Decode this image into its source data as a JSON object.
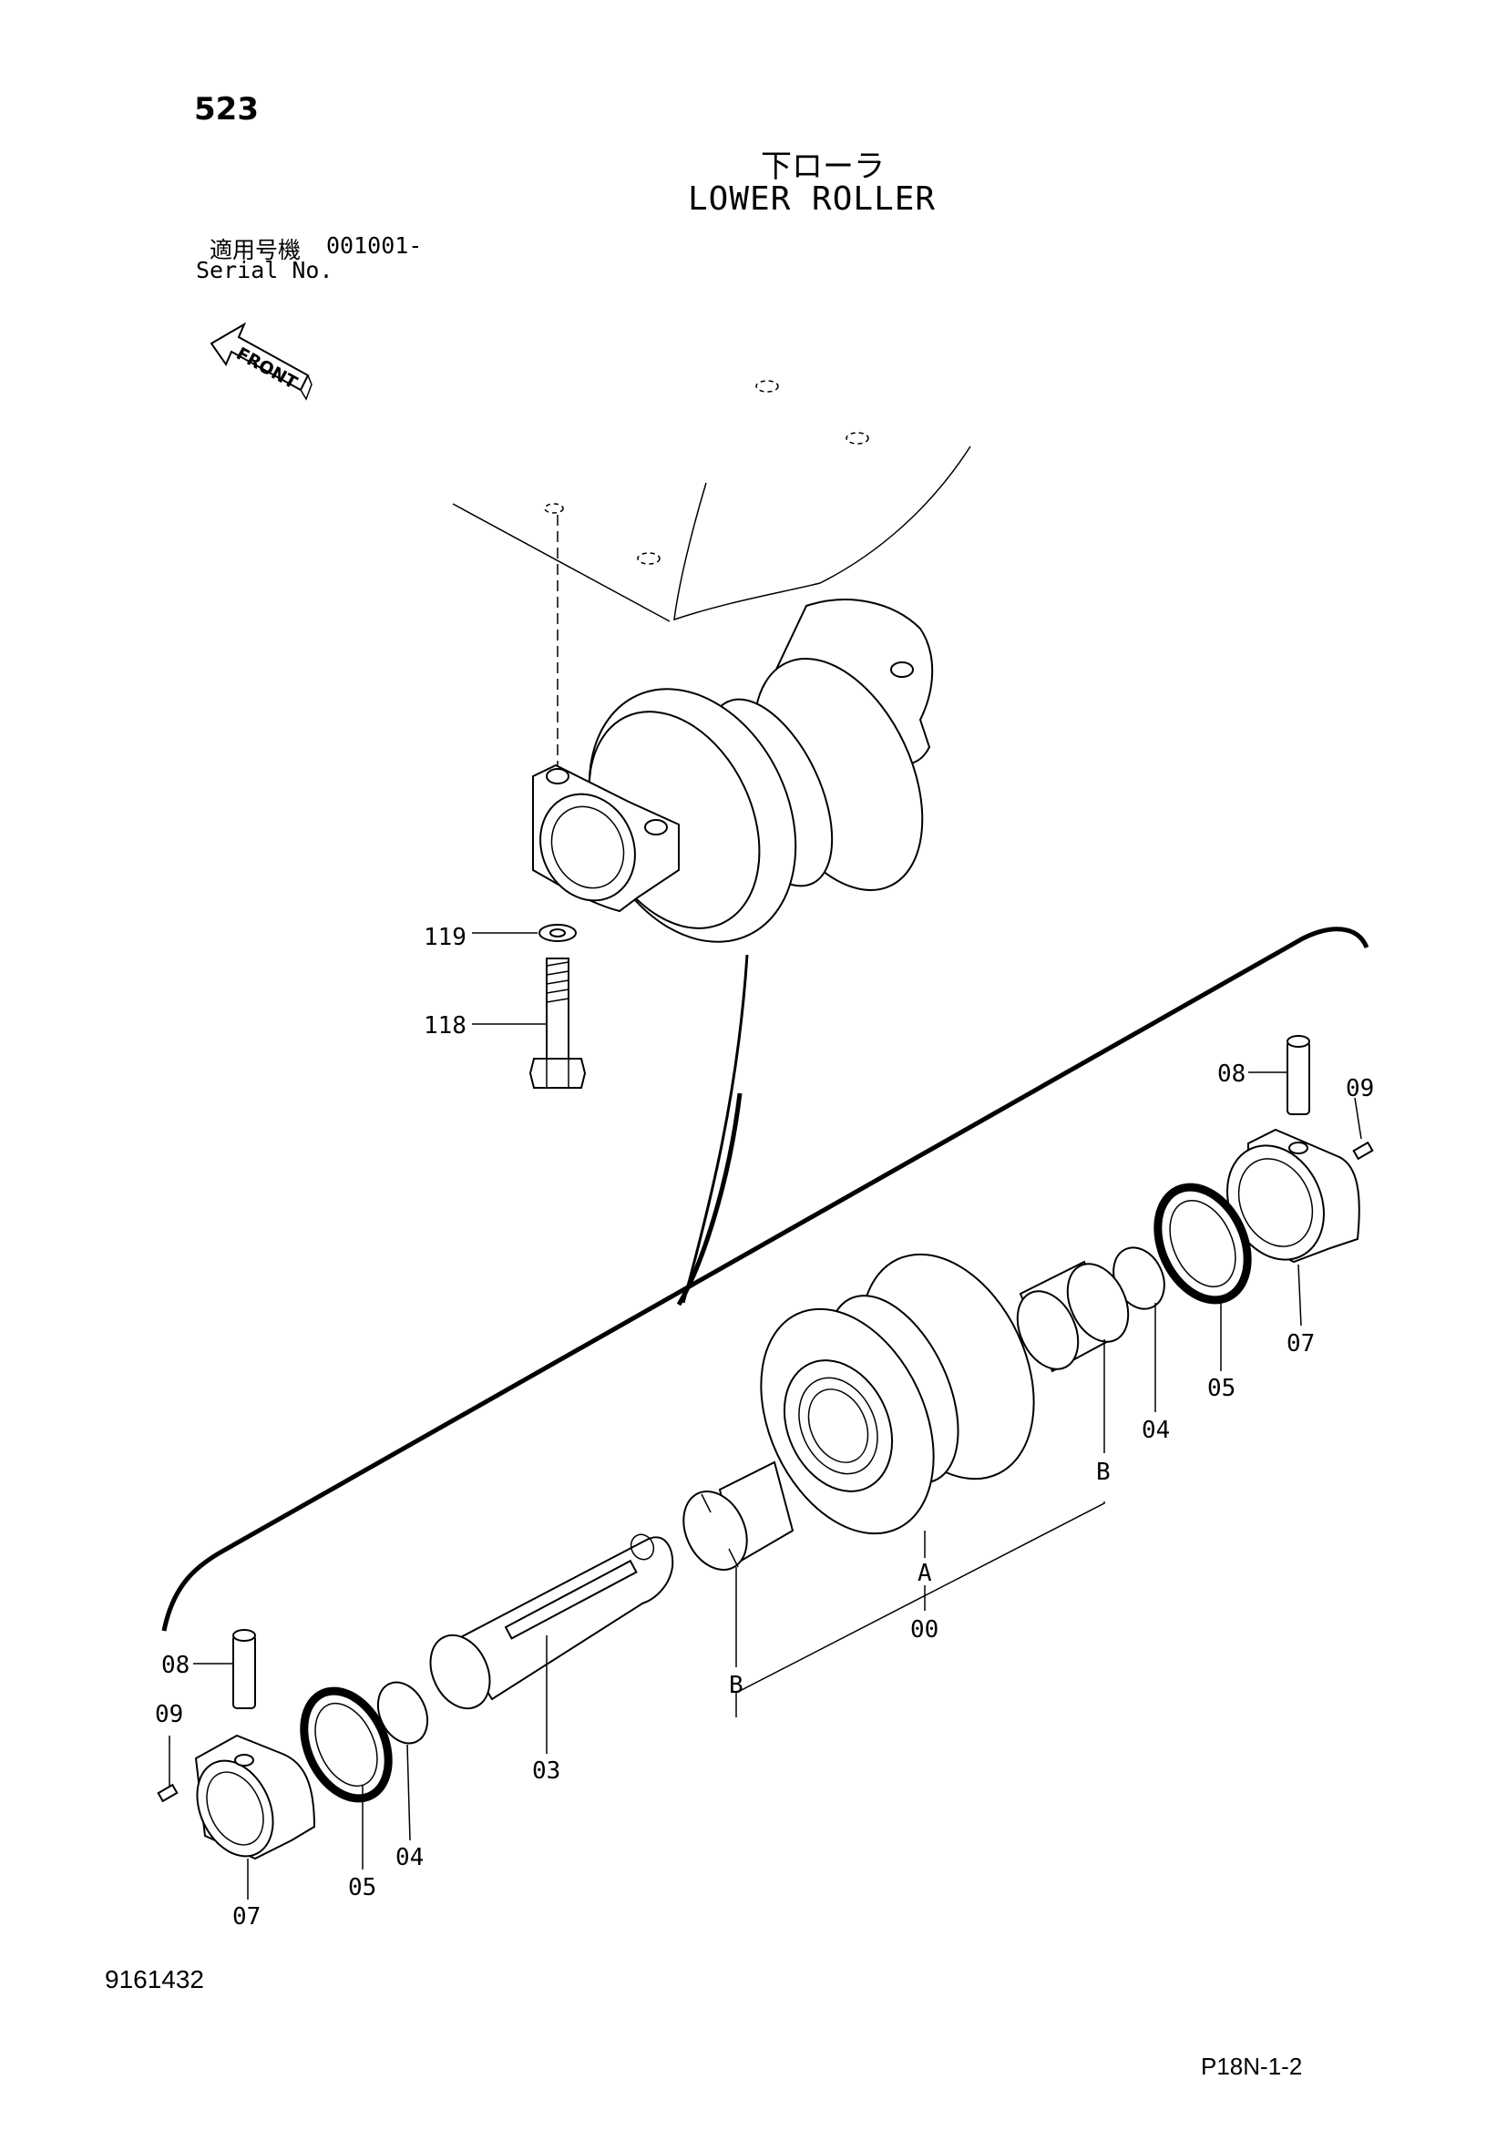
{
  "page_number": "523",
  "title_jp": "下ローラ",
  "title_en": "LOWER ROLLER",
  "serial": {
    "label_jp": "適用号機",
    "value": "001001-",
    "label_en": "Serial No."
  },
  "front_arrow_label": "FRONT",
  "callouts": {
    "c119": "119",
    "c118": "118",
    "c08_right": "08",
    "c09_right": "09",
    "c07_right": "07",
    "c05_right": "05",
    "c04_right": "04",
    "cB_right": "B",
    "cA": "A",
    "c00": "00",
    "cB_left": "B",
    "c03": "03",
    "c08_left": "08",
    "c09_left": "09",
    "c05_left": "05",
    "c04_left": "04",
    "c07_left": "07"
  },
  "drawing_number": "9161432",
  "page_reference": "P18N-1-2"
}
